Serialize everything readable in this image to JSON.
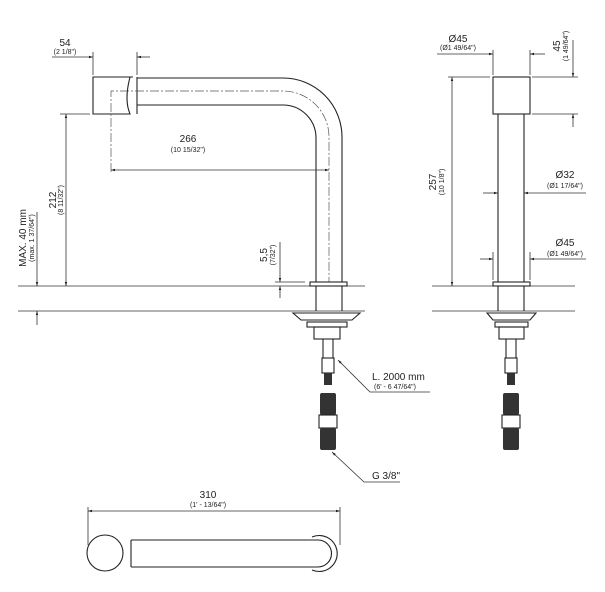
{
  "side_view": {
    "spout_overhang": {
      "value": "54",
      "inch": "(2 1/8\")"
    },
    "reach": {
      "value": "266",
      "inch": "(10 15/32\")"
    },
    "height": {
      "value": "212",
      "inch": "(8 11/32\")"
    },
    "counter_max": {
      "value": "MAX. 40 mm",
      "inch": "(max. 1 37/64\")"
    },
    "flange": {
      "value": "5,5",
      "inch": "(7/32\")"
    },
    "hose_length": {
      "value": "L. 2000 mm",
      "inch": "(6' - 6 47/64\")"
    },
    "connection": {
      "value": "G 3/8\""
    }
  },
  "front_view": {
    "head_diameter": {
      "value": "Ø45",
      "inch": "(Ø1 49/64\")"
    },
    "head_height": {
      "value": "45",
      "inch": "(1 49/64\")"
    },
    "total_height": {
      "value": "257",
      "inch": "(10 1/8\")"
    },
    "tube_diameter": {
      "value": "Ø32",
      "inch": "(Ø1 17/64\")"
    },
    "base_diameter": {
      "value": "Ø45",
      "inch": "(Ø1 49/64\")"
    }
  },
  "top_view": {
    "length": {
      "value": "310",
      "inch": "(1' - 13/64\")"
    }
  }
}
